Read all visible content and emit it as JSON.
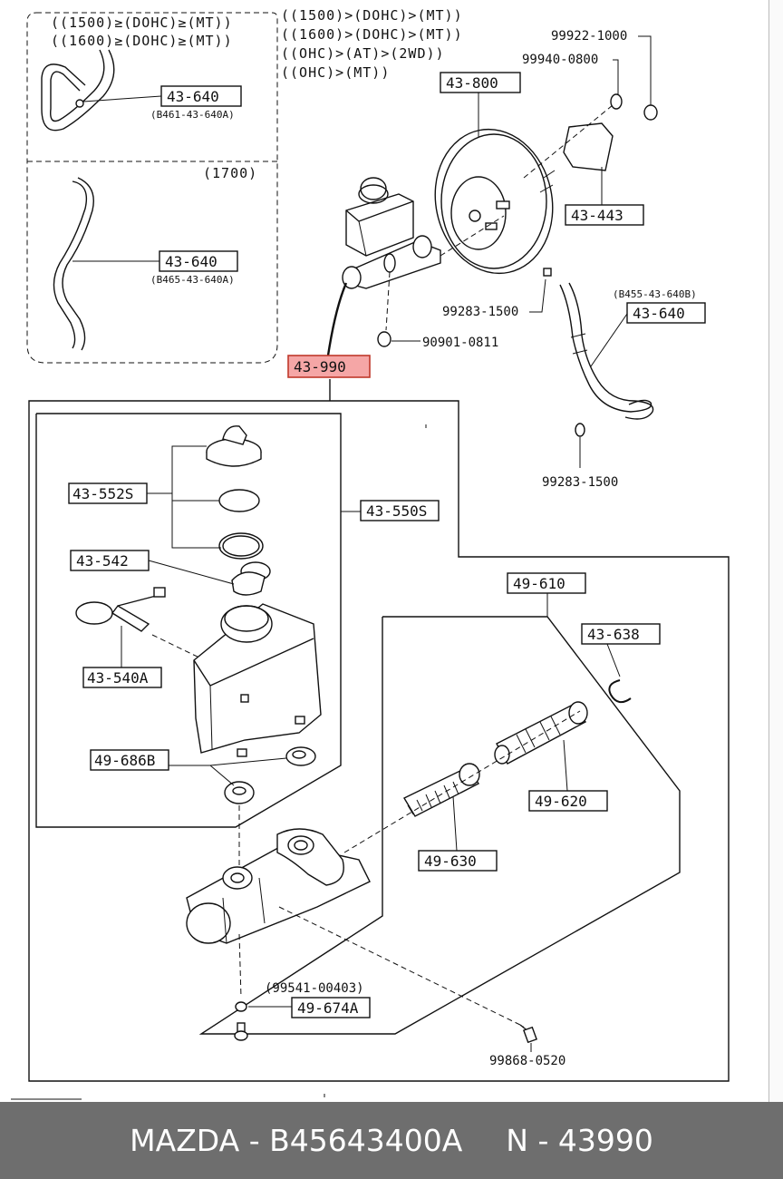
{
  "diagram": {
    "conditions_top": [
      "((1500)≥(DOHC)≥(MT))",
      "((1600)≥(DOHC)≥(MT))"
    ],
    "conditions_main": [
      "((1500)>(DOHC)>(MT))",
      "((1600)>(DOHC)>(MT))",
      "((OHC)>(AT)>(2WD))",
      "((OHC)>(MT))"
    ],
    "condition_1700": "(1700)",
    "labels": {
      "p43640_a": "43-640",
      "p43640_a_sub": "(B461-43-640A)",
      "p43640_b": "43-640",
      "p43640_b_sub": "(B465-43-640A)",
      "p43640_c": "43-640",
      "p43640_c_sub": "(B455-43-640B)",
      "p43800": "43-800",
      "p43443": "43-443",
      "p43990": "43-990",
      "p43552s": "43-552S",
      "p43550s": "43-550S",
      "p43542": "43-542",
      "p43540a": "43-540A",
      "p49686b": "49-686B",
      "p49610": "49-610",
      "p43638": "43-638",
      "p49620": "49-620",
      "p49630": "49-630",
      "p49674a": "49-674A",
      "p49674a_sub": "(99541-00403)"
    },
    "codes": {
      "c99922": "99922-1000",
      "c99940": "99940-0800",
      "c99283_a": "99283-1500",
      "c90901": "90901-0811",
      "c99283_b": "99283-1500",
      "c99868": "99868-0520"
    }
  },
  "footer": {
    "brand_part": "MAZDA - B45643400A",
    "ref": "N - 43990"
  },
  "colors": {
    "highlight_fill": "#f5a6a6",
    "footer_bg": "#6e6e6e"
  }
}
